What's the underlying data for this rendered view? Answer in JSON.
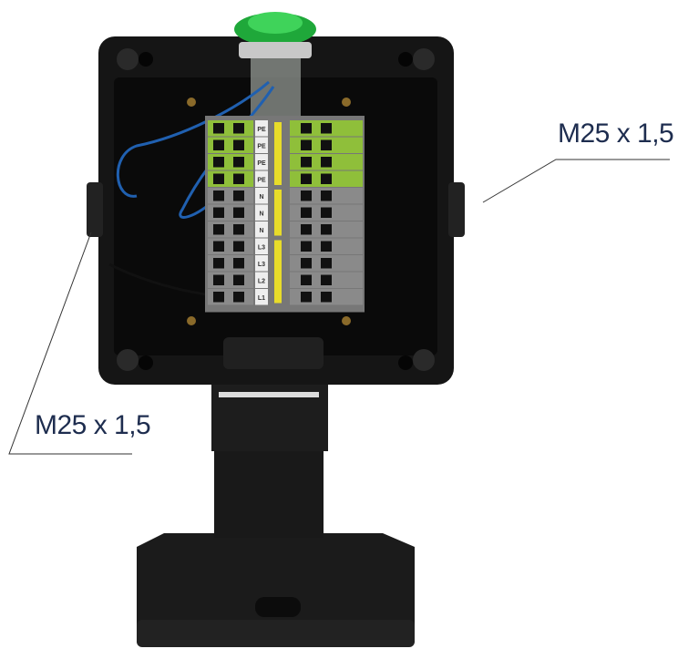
{
  "callouts": {
    "right": "M25 x 1,5",
    "left": "M25 x 1,5"
  },
  "terminal_labels": [
    "PE",
    "PE",
    "PE",
    "PE",
    "N",
    "N",
    "N",
    "L3",
    "L3",
    "L2",
    "L1"
  ],
  "colors": {
    "callout_text": "#1e2d4f",
    "enclosure": "#151515",
    "lamp": "#1fa83a",
    "pe_terminal": "#8fbf3a",
    "terminal": "#8a8a8a",
    "bridge": "#e8dc2a"
  }
}
